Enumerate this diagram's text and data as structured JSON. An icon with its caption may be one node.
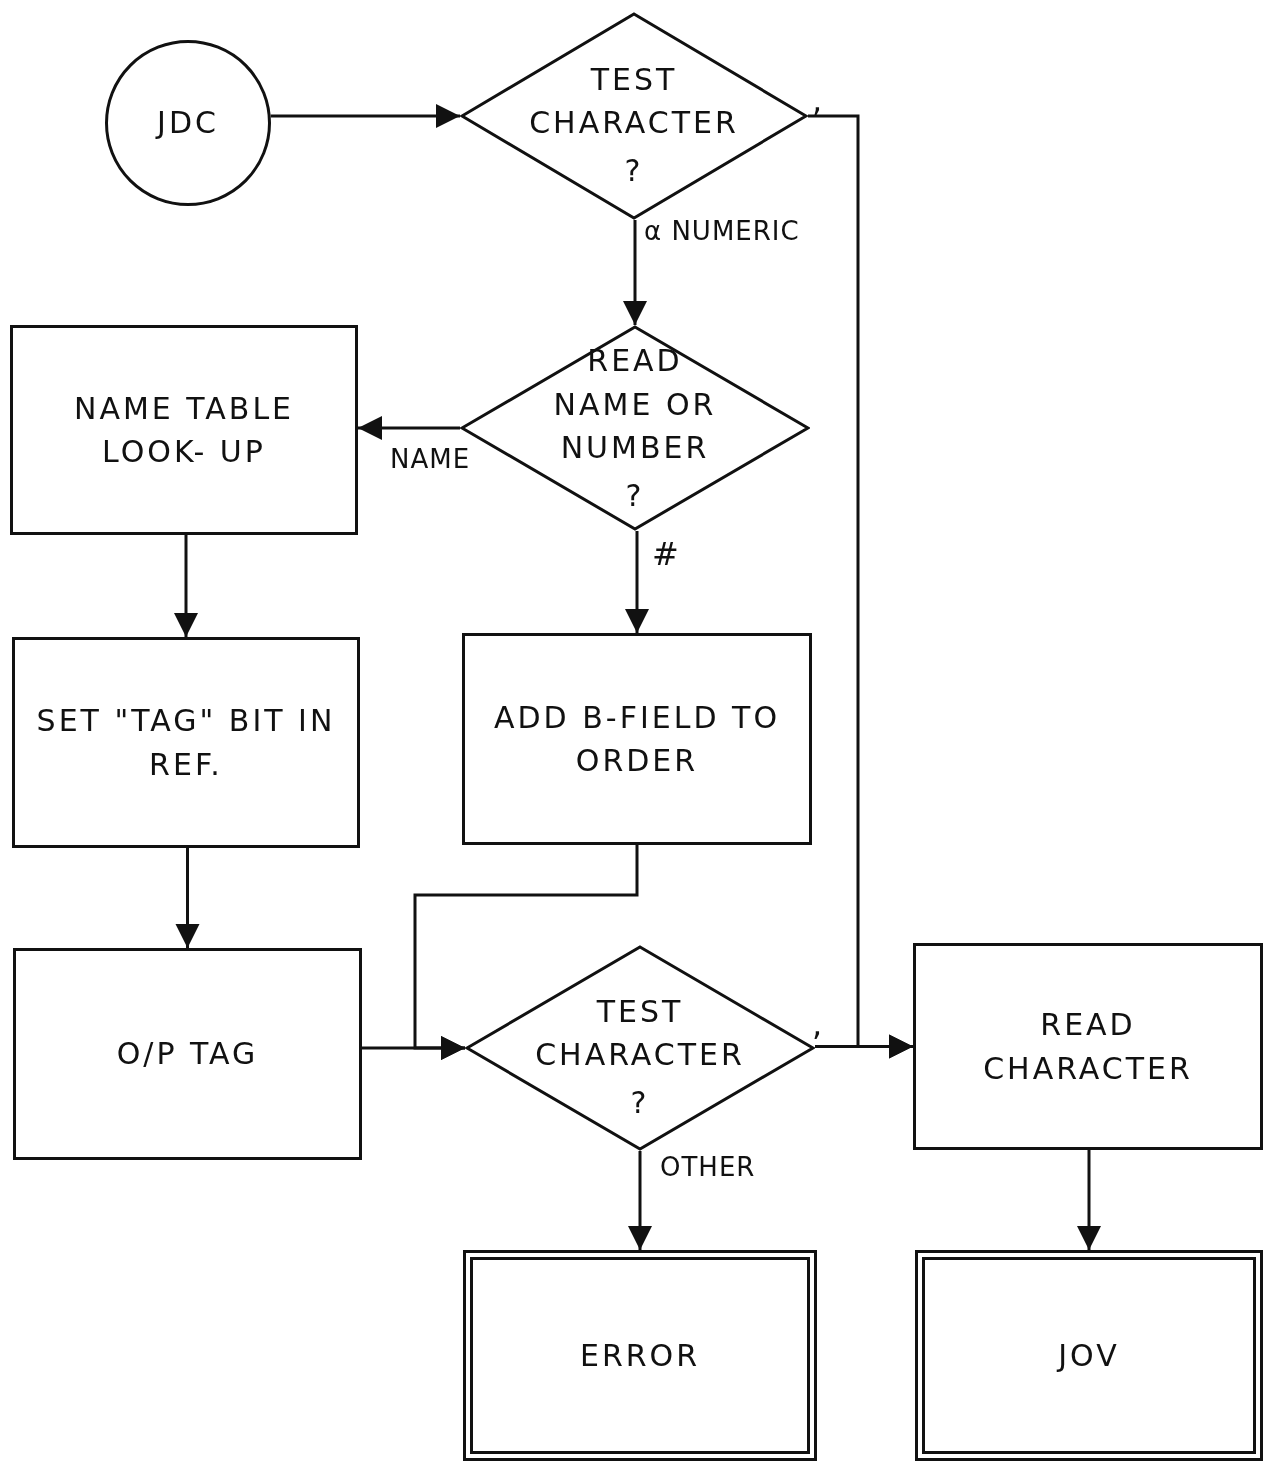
{
  "diagram": {
    "nodes": [
      {
        "text": [
          "JDC"
        ]
      },
      {
        "text": [
          "TEST CHARACTER",
          "?"
        ]
      },
      {
        "text": [
          "READ NAME OR NUMBER",
          "?"
        ]
      },
      {
        "text": [
          "NAME TABLE LOOK- UP"
        ]
      },
      {
        "text": [
          "ADD B-FIELD TO ORDER"
        ]
      },
      {
        "text": [
          "SET \"TAG\" BIT IN REF."
        ]
      },
      {
        "text": [
          "O/P TAG"
        ]
      },
      {
        "text": [
          "TEST CHARACTER",
          "?"
        ]
      },
      {
        "text": [
          "READ CHARACTER"
        ]
      },
      {
        "text": [
          "ERROR"
        ]
      },
      {
        "text": [
          "JOV"
        ]
      }
    ],
    "edges": [
      {
        "from": 0,
        "to": 1,
        "arrow": "to"
      },
      {
        "from": 1,
        "to": 8,
        "arrow": "to",
        "label": ","
      },
      {
        "from": 1,
        "to": 2,
        "arrow": "to",
        "label": "α NUMERIC"
      },
      {
        "from": 2,
        "to": 3,
        "arrow": "to",
        "label": "NAME"
      },
      {
        "from": 2,
        "to": 4,
        "arrow": "to",
        "label": "#"
      },
      {
        "from": 3,
        "to": 5,
        "arrow": "to"
      },
      {
        "from": 5,
        "to": 6,
        "arrow": "to"
      },
      {
        "from": 4,
        "to": 7,
        "arrow": "to"
      },
      {
        "from": 6,
        "to": 7,
        "arrow": "to"
      },
      {
        "from": 7,
        "to": 8,
        "arrow": "to",
        "label": ","
      },
      {
        "from": 7,
        "to": 9,
        "arrow": "to",
        "label": "OTHER"
      },
      {
        "from": 8,
        "to": 10,
        "arrow": "to"
      }
    ]
  }
}
